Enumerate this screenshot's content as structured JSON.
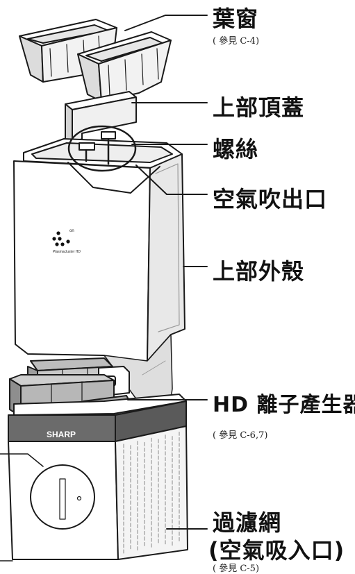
{
  "labels": {
    "fins": "葉窗",
    "fins_ref": "( 參見 C-4)",
    "top_cover": "上部頂蓋",
    "screws": "螺絲",
    "air_outlet": "空氣吹出口",
    "upper_housing": "上部外殼",
    "ion_generator": "HD 離子產生器",
    "ion_generator_ref": "( 參見 C-6,7)",
    "filter": "過濾網",
    "air_inlet": "(空氣吸入口)",
    "filter_ref": "( 參見 C-5)"
  },
  "device_markings": {
    "brand": "SHARP",
    "logo_text": "Plasmacluster HD",
    "power_mark": "on"
  },
  "colors": {
    "line": "#1a1a1a",
    "body": "#ffffff",
    "shade": "#d9d9d9",
    "dark": "#555555",
    "band": "#6b6b6b"
  }
}
